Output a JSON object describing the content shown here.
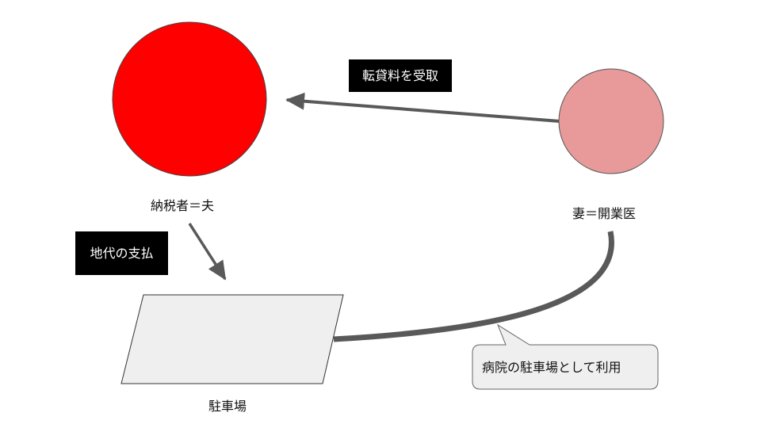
{
  "diagram": {
    "nodes": {
      "taxpayer": {
        "label": "納税者＝夫",
        "fill": "#ff0000",
        "stroke": "#444444"
      },
      "wife": {
        "label": "妻＝開業医",
        "fill": "#e89a9a",
        "stroke": "#555555"
      },
      "parking": {
        "label": "駐車場",
        "fill": "#efefef",
        "stroke": "#333333"
      }
    },
    "edges": {
      "rent_receipt": {
        "label": "転貸料を受取",
        "color": "#595959"
      },
      "land_rent": {
        "label": "地代の支払",
        "color": "#595959"
      },
      "hospital_use": {
        "label": "病院の駐車場として利用",
        "color": "#595959"
      }
    },
    "colors": {
      "tag_bg": "#000000",
      "tag_text": "#ffffff",
      "callout_bg": "#efefef",
      "callout_border": "#666666"
    }
  }
}
